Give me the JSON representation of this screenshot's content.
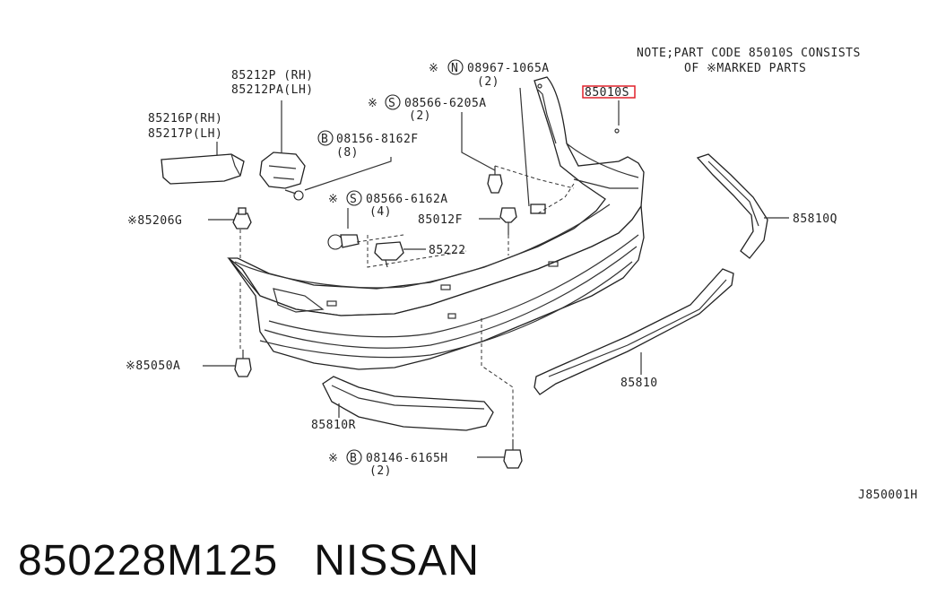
{
  "note": {
    "line1": "NOTE;PART CODE 85010S CONSISTS",
    "line2": "OF ※MARKED PARTS"
  },
  "highlight_code": "85010S",
  "parts": {
    "p85212": {
      "line1": "85212P (RH)",
      "line2": "85212PA(LH)"
    },
    "p85216": {
      "line1": "85216P(RH)",
      "line2": "85217P(LH)"
    },
    "p08967": {
      "prefix": "※",
      "circle": "N",
      "code": "08967-1065A",
      "qty": "(2)"
    },
    "p08566a": {
      "prefix": "※",
      "circle": "S",
      "code": "08566-6205A",
      "qty": "(2)"
    },
    "p08156": {
      "circle": "B",
      "code": "08156-8162F",
      "qty": "(8)"
    },
    "p08566b": {
      "prefix": "※",
      "circle": "S",
      "code": "08566-6162A",
      "qty": "(4)"
    },
    "p85206": {
      "label": "※85206G"
    },
    "p85012": {
      "label": "85012F"
    },
    "p85222": {
      "label": "85222"
    },
    "p85810q": {
      "label": "85810Q"
    },
    "p85050": {
      "label": "※85050A"
    },
    "p85810": {
      "label": "85810"
    },
    "p85810r": {
      "label": "85810R"
    },
    "p08146": {
      "prefix": "※",
      "circle": "B",
      "code": "08146-6165H",
      "qty": "(2)"
    }
  },
  "ref_code": "J850001H",
  "caption": {
    "part_number": "850228M125",
    "brand": "NISSAN"
  },
  "colors": {
    "highlight": "#e0202a",
    "line": "#333333"
  }
}
